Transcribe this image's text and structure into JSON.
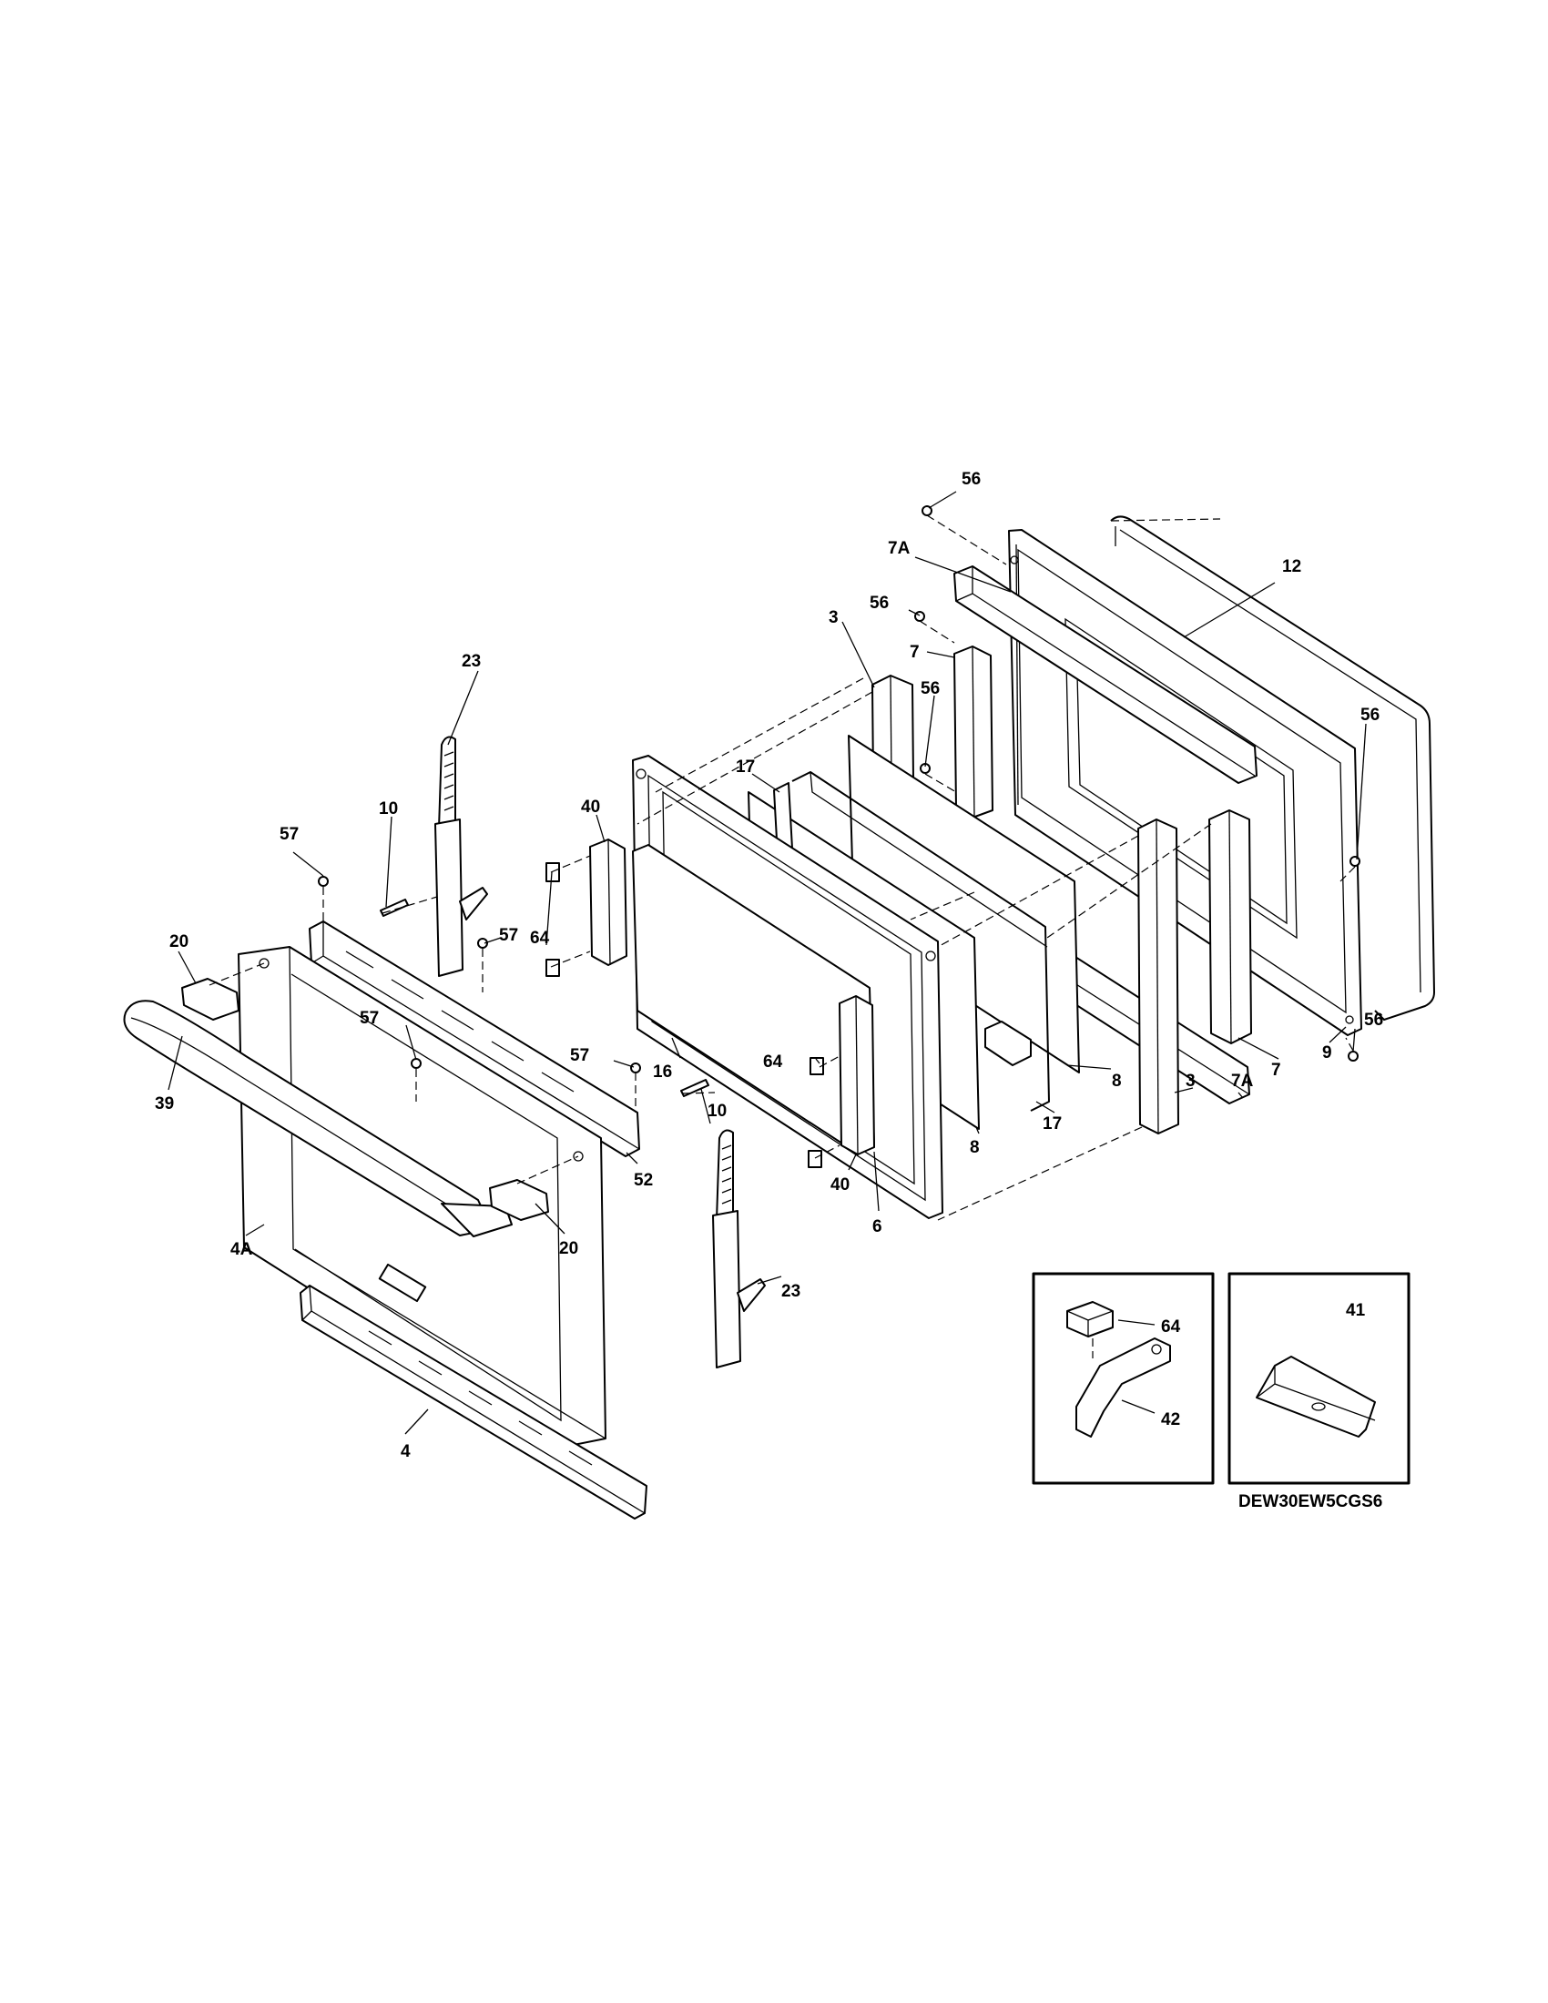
{
  "model_number": "DEW30EW5CGS6",
  "labels": {
    "p56a": "56",
    "p7a_top": "7A",
    "p12": "12",
    "p56b": "56",
    "p7_top": "7",
    "p3_top": "3",
    "p56c": "56",
    "p56d": "56",
    "p17_top": "17",
    "p23_top": "23",
    "p40_top": "40",
    "p57a": "57",
    "p10_top": "10",
    "p64a": "64",
    "p56e": "56",
    "p20_left": "20",
    "p57b": "57",
    "p7_right": "7",
    "p9": "9",
    "p57c": "57",
    "p57d": "57",
    "p16": "16",
    "p64b": "64",
    "p8a": "8",
    "p3_bottom": "3",
    "p7a_bottom": "7A",
    "p39": "39",
    "p10_bottom": "10",
    "p17_bottom": "17",
    "p52": "52",
    "p8b": "8",
    "p40_bottom": "40",
    "p6": "6",
    "p20_right": "20",
    "p4a": "4A",
    "p23_bottom": "23",
    "p4": "4",
    "inset_p64": "64",
    "inset_p42": "42",
    "inset_p41": "41"
  }
}
